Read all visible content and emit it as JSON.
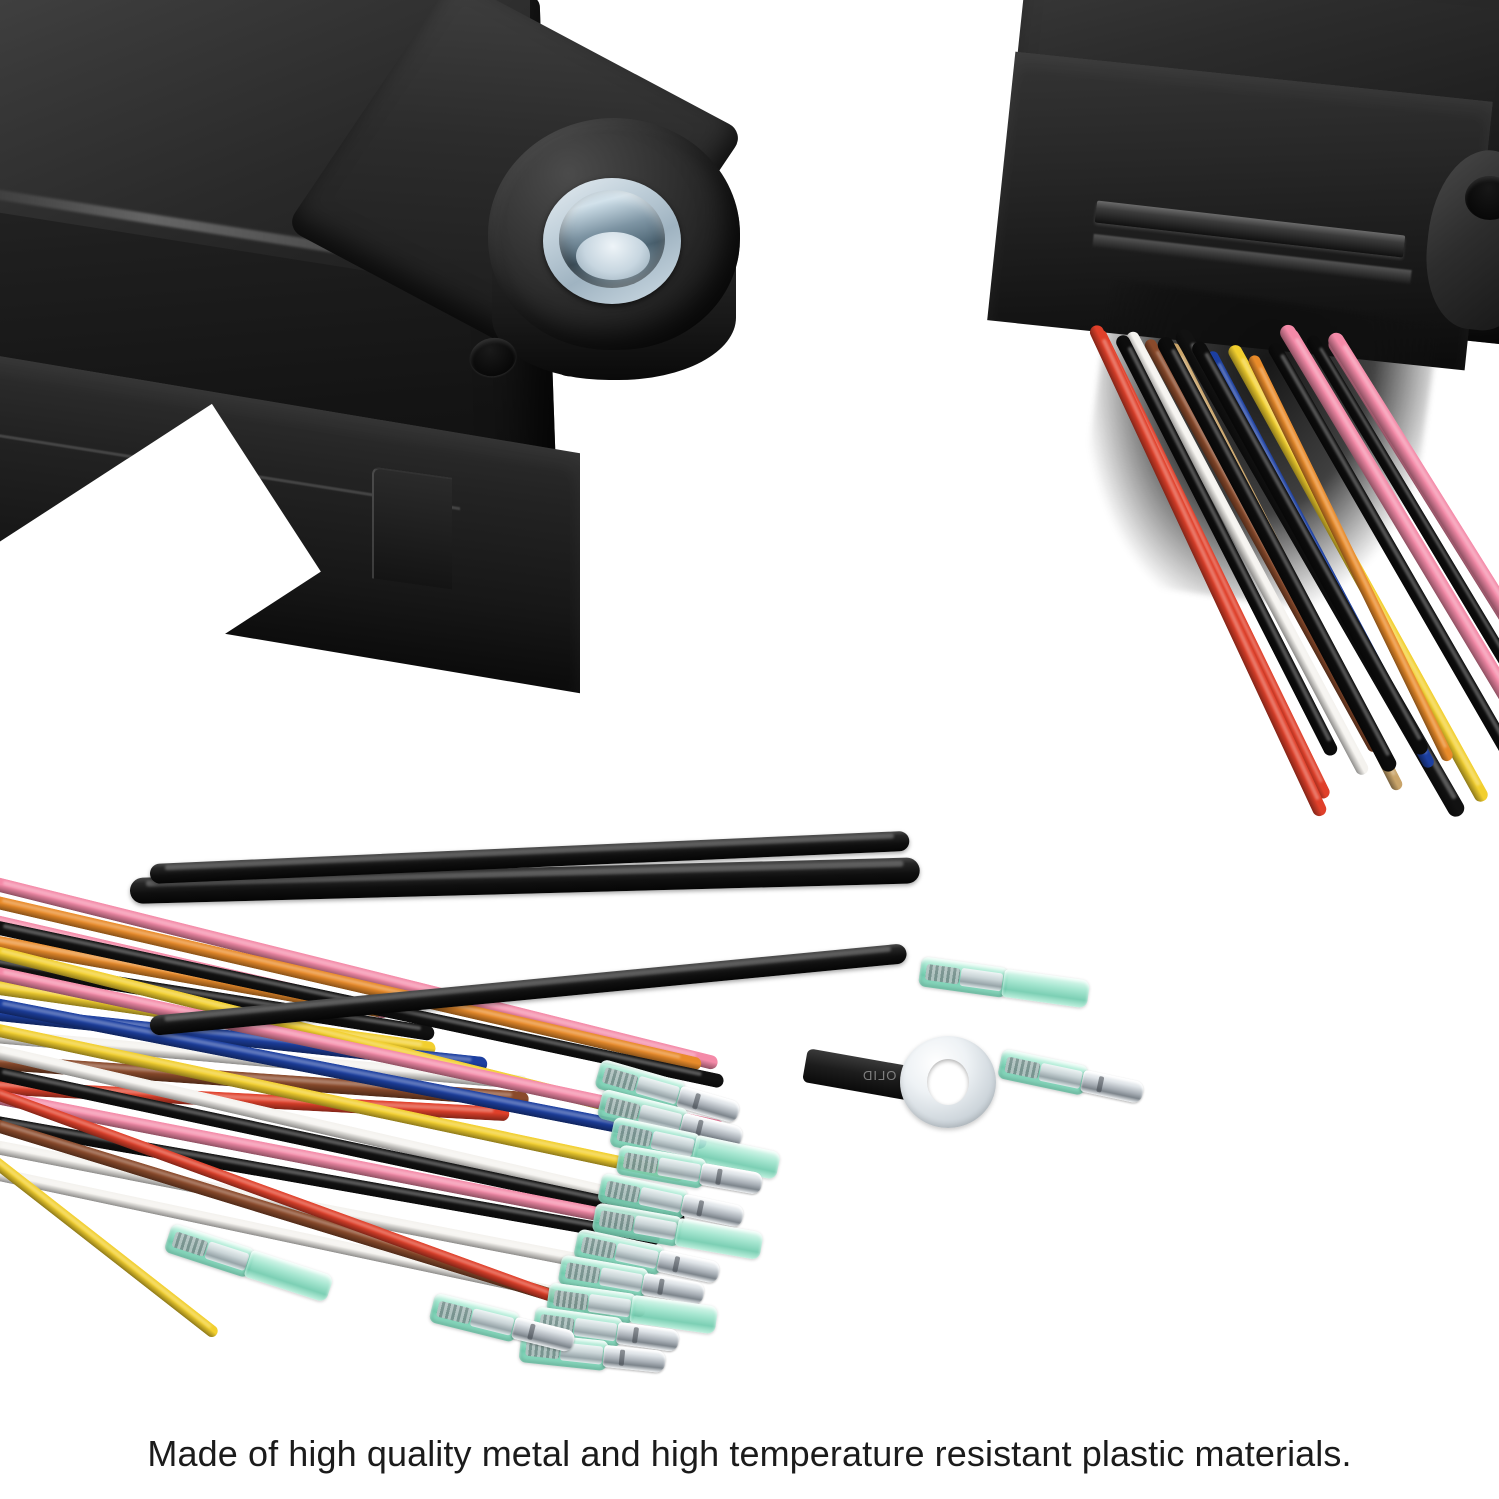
{
  "product": {
    "caption": "Made of high quality metal and high temperature resistant plastic materials.",
    "module_label": "black CDI switch box module",
    "harness_label": "multi-color wiring harness"
  },
  "panels": [
    {
      "id": "panel-a",
      "name": "module-mounting-ear-closeup",
      "description": "Black plastic module housing corner with zinc-plated metal mounting grommet"
    },
    {
      "id": "panel-b",
      "name": "module-wire-exit-closeup",
      "description": "Black module end showing the wire bundle exiting the potting slot"
    },
    {
      "id": "panel-c",
      "name": "wiring-harness-full",
      "description": "Full wiring harness with green insulated bullet terminals and a ring terminal"
    }
  ],
  "colors": {
    "housing_black": "#1a1a1a",
    "grommet_zinc": "#c3d2dc",
    "terminal_green": "#8fd9c0",
    "terminal_chrome": "#dfe4e8",
    "background": "#ffffff",
    "caption_text": "#1b1b1b"
  },
  "wire_colors": {
    "pink": "#f48aa8",
    "red": "#e0402a",
    "orange": "#e98b2a",
    "yellow": "#f2cf2e",
    "blue": "#1c3fa0",
    "white": "#f4f2ee",
    "brown": "#8a4a2b",
    "black": "#121212",
    "tan": "#c9a46a"
  },
  "ring_terminal": {
    "marking": "OLID"
  },
  "panel_b_wires": [
    {
      "name": "wire-red",
      "color": "#e0402a"
    },
    {
      "name": "wire-white",
      "color": "#f4f2ee"
    },
    {
      "name": "wire-brown",
      "color": "#8a4a2b"
    },
    {
      "name": "wire-tan",
      "color": "#c9a46a"
    },
    {
      "name": "wire-black",
      "color": "#121212"
    },
    {
      "name": "wire-blue",
      "color": "#1c3fa0"
    },
    {
      "name": "wire-yellow",
      "color": "#f2cf2e"
    },
    {
      "name": "wire-orange",
      "color": "#e98b2a"
    },
    {
      "name": "wire-pink-1",
      "color": "#f48aa8"
    },
    {
      "name": "wire-pink-2",
      "color": "#f48aa8"
    }
  ],
  "panel_c_wires": [
    {
      "name": "wire-pink",
      "color": "#f48aa8"
    },
    {
      "name": "wire-orange",
      "color": "#e98b2a"
    },
    {
      "name": "wire-black",
      "color": "#121212"
    },
    {
      "name": "wire-yellow",
      "color": "#f2cf2e"
    },
    {
      "name": "wire-blue",
      "color": "#1c3fa0"
    },
    {
      "name": "wire-white",
      "color": "#f4f2ee"
    },
    {
      "name": "wire-brown",
      "color": "#8a4a2b"
    },
    {
      "name": "wire-red",
      "color": "#e0402a"
    }
  ]
}
